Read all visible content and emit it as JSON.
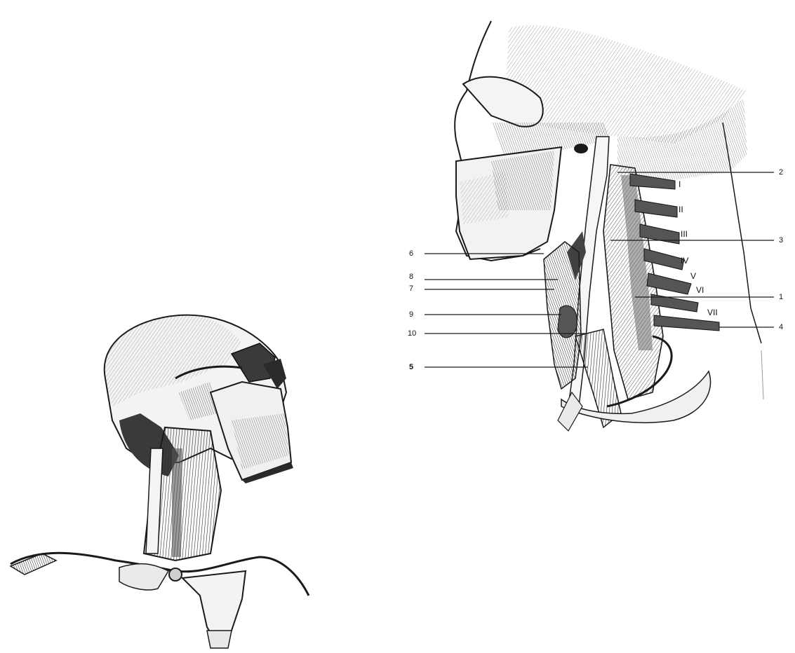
{
  "figure": {
    "right_labels": [
      {
        "id": "2",
        "text": "2"
      },
      {
        "id": "3",
        "text": "3"
      },
      {
        "id": "1",
        "text": "1"
      },
      {
        "id": "4",
        "text": "4"
      }
    ],
    "left_labels": [
      {
        "id": "6",
        "text": "6"
      },
      {
        "id": "8",
        "text": "8"
      },
      {
        "id": "7",
        "text": "7"
      },
      {
        "id": "9",
        "text": "9"
      },
      {
        "id": "10",
        "text": "10"
      },
      {
        "id": "5",
        "text": "5"
      }
    ],
    "vertebra_labels": [
      "I",
      "II",
      "III",
      "IV",
      "V",
      "VI",
      "VII"
    ]
  },
  "colors": {
    "ink": "#1a1a1a",
    "bone": "#f2f2f2",
    "shade": "#8c8c8c",
    "dark": "#3a3a3a",
    "background": "#ffffff"
  }
}
